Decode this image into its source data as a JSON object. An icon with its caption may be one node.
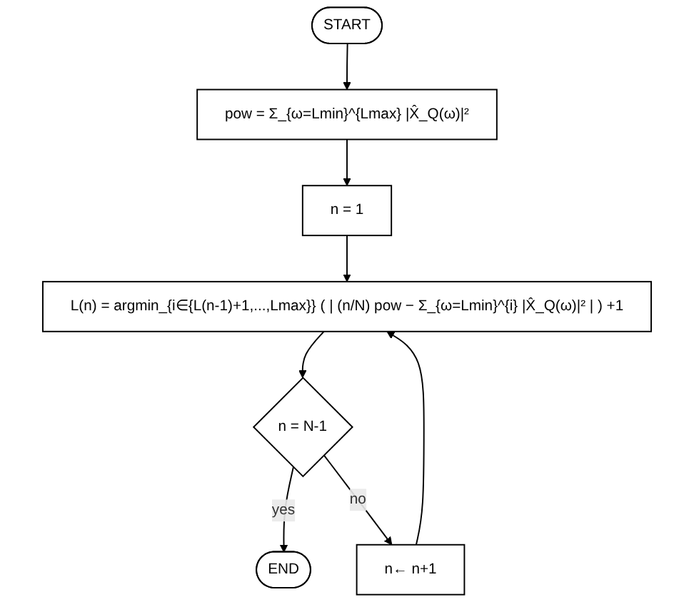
{
  "diagram": {
    "nodes": [
      {
        "text": [
          "START"
        ]
      },
      {
        "text": [
          "pow = Σ_{ω=Lmin}^{Lmax} |X̂_Q(ω)|²"
        ]
      },
      {
        "text": [
          "n = 1"
        ]
      },
      {
        "text": [
          "L(n) = argmin_{i∈{L(n-1)+1,...,Lmax}} ( | (n/N) pow − Σ_{ω=Lmin}^{i} |X̂_Q(ω)|² | ) +1"
        ]
      },
      {
        "text": [
          "n = N-1"
        ]
      },
      {
        "text": [
          "n← n+1"
        ]
      },
      {
        "text": [
          "END"
        ]
      }
    ],
    "edges": [
      {
        "from": 0,
        "to": 1,
        "arrow": "to"
      },
      {
        "from": 1,
        "to": 2,
        "arrow": "to"
      },
      {
        "from": 2,
        "to": 3,
        "arrow": "to"
      },
      {
        "from": 3,
        "to": 4,
        "arrow": "to"
      },
      {
        "from": 4,
        "to": 6,
        "arrow": "to",
        "label": "yes"
      },
      {
        "from": 4,
        "to": 5,
        "arrow": "to",
        "label": "no"
      },
      {
        "from": 5,
        "to": 3,
        "arrow": "to"
      }
    ]
  }
}
